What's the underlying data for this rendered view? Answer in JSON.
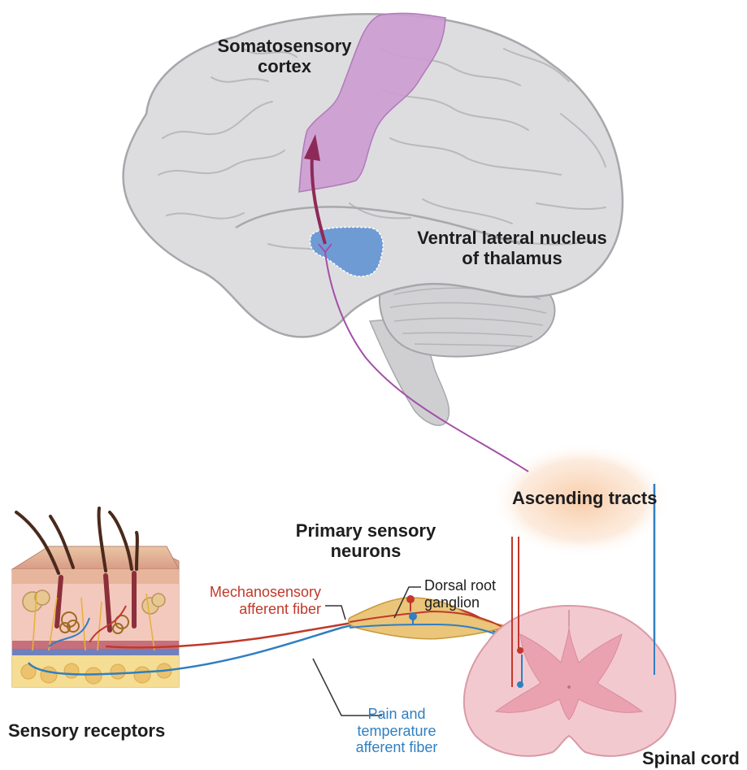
{
  "labels": {
    "somatosensory_cortex": [
      "Somatosensory",
      "cortex"
    ],
    "thalamus": [
      "Ventral lateral nucleus",
      "of thalamus"
    ],
    "ascending_tracts": "Ascending tracts",
    "primary_sensory_neurons": [
      "Primary sensory",
      "neurons"
    ],
    "mechanosensory_fiber": [
      "Mechanosensory",
      "afferent fiber"
    ],
    "dorsal_root_ganglion": [
      "Dorsal root",
      "ganglion"
    ],
    "pain_temperature_fiber": [
      "Pain and",
      "temperature",
      "afferent fiber"
    ],
    "sensory_receptors": "Sensory receptors",
    "spinal_cord": "Spinal cord"
  },
  "colors": {
    "mechanosensory": "#c0392b",
    "pain_temperature": "#2f7fc1",
    "cortex_region": "#c99ad0",
    "thalamus_region": "#6f9bd4",
    "pathway": "#8e3d8e",
    "brain": "#d9d9db",
    "spinal_cord": "#f3c9d0",
    "ganglion": "#e9c36b"
  },
  "icons": [
    "brain-illustration",
    "cerebellum-illustration",
    "skin-cross-section-illustration",
    "spinal-cord-section-illustration"
  ]
}
